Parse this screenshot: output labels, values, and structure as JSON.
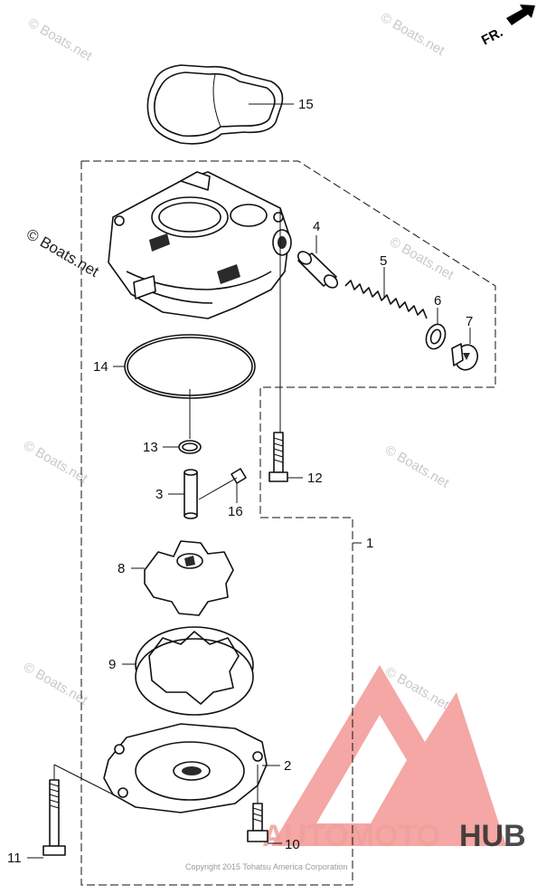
{
  "direction_label": "FR.",
  "watermark": "© Boats.net",
  "watermark_main": "© Boats.net",
  "copyright": "Copyright 2015 Tohatsu America Corporation",
  "logo": {
    "text_left": "AUTOMOTO",
    "text_right": "HUB",
    "color_red": "#e8463f",
    "color_dark": "#2b2b2b"
  },
  "callouts": {
    "c1": "1",
    "c2": "2",
    "c3": "3",
    "c4": "4",
    "c5": "5",
    "c6": "6",
    "c7": "7",
    "c8": "8",
    "c9": "9",
    "c10": "10",
    "c11": "11",
    "c12": "12",
    "c13": "13",
    "c14": "14",
    "c15": "15",
    "c16": "16"
  }
}
